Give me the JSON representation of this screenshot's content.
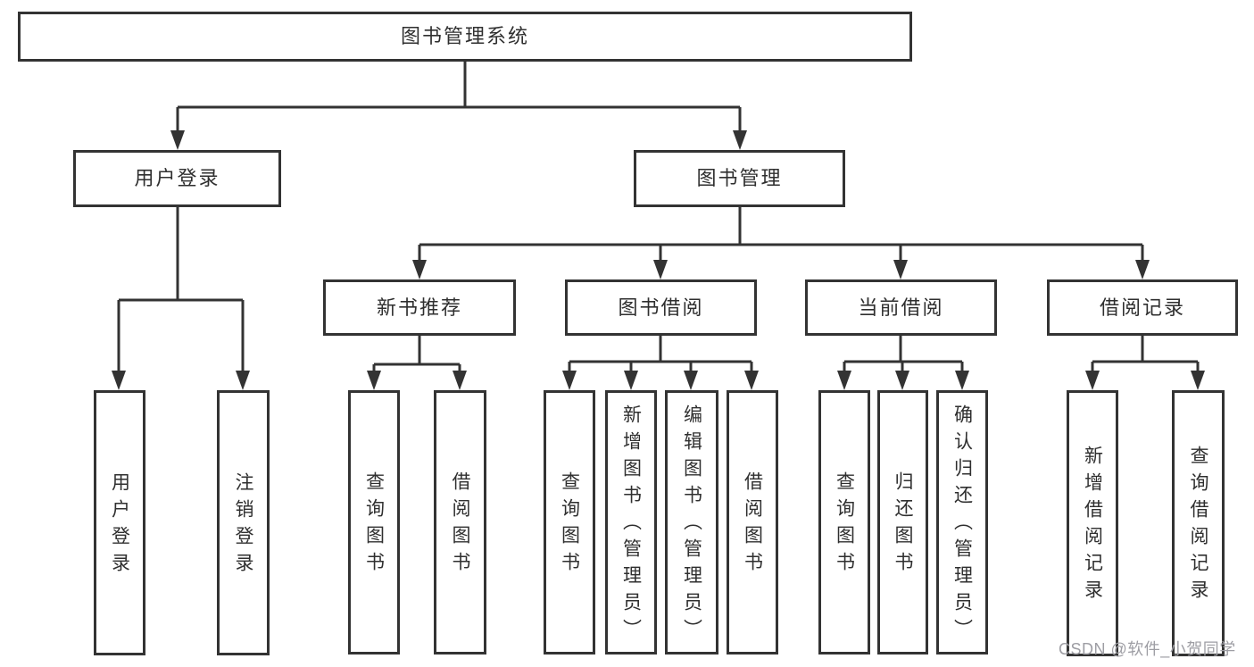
{
  "diagram_type": "hierarchy-tree",
  "tree": {
    "label": "图书管理系统",
    "children": [
      {
        "label": "用户登录",
        "children": [
          {
            "label": "用户登录"
          },
          {
            "label": "注销登录"
          }
        ]
      },
      {
        "label": "图书管理",
        "children": [
          {
            "label": "新书推荐",
            "children": [
              {
                "label": "查询图书"
              },
              {
                "label": "借阅图书"
              }
            ]
          },
          {
            "label": "图书借阅",
            "children": [
              {
                "label": "查询图书"
              },
              {
                "label": "新增图书（管理员）"
              },
              {
                "label": "编辑图书（管理员）"
              },
              {
                "label": "借阅图书"
              }
            ]
          },
          {
            "label": "当前借阅",
            "children": [
              {
                "label": "查询图书"
              },
              {
                "label": "归还图书"
              },
              {
                "label": "确认归还（管理员）"
              }
            ]
          },
          {
            "label": "借阅记录",
            "children": [
              {
                "label": "新增借阅记录"
              },
              {
                "label": "查询借阅记录"
              }
            ]
          }
        ]
      }
    ]
  },
  "watermark": {
    "text": "CSDN @软件_小贺同学",
    "color": "#9e9ea4"
  },
  "colors": {
    "background": "#ffffff",
    "box_border": "#333333",
    "line": "#333333",
    "text": "#2f2f2f"
  }
}
